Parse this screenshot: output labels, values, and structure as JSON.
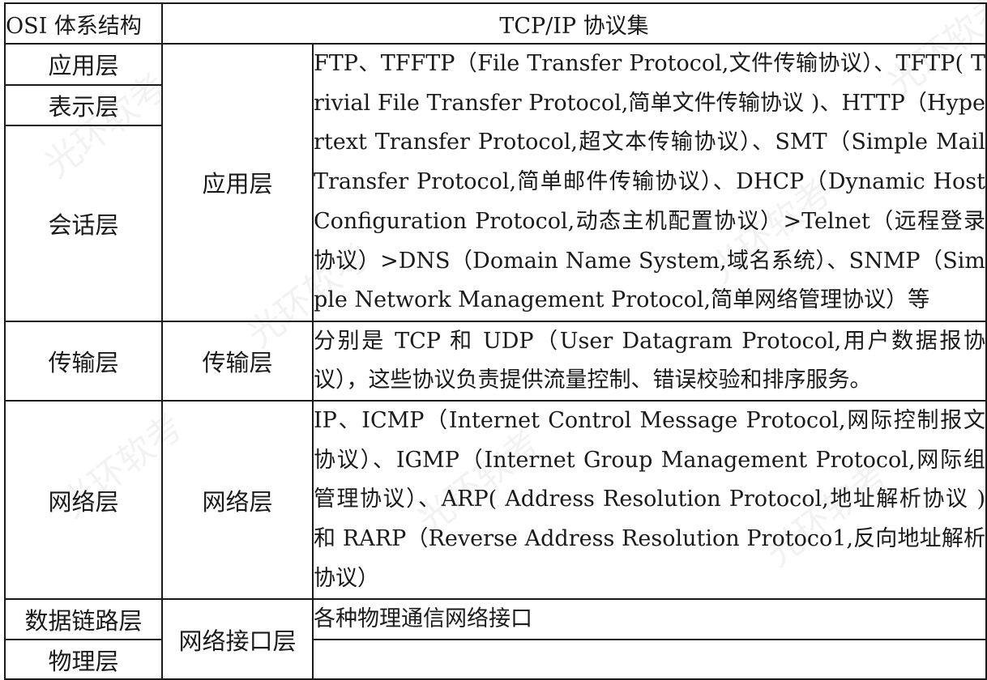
{
  "header": {
    "osi": "OSI 体系结构",
    "tcpip": "TCP/IP 协议集"
  },
  "osi_layers": {
    "application": "应用层",
    "presentation": "表示层",
    "session": "会话层",
    "transport": "传输层",
    "network": "网络层",
    "data_link": "数据链路层",
    "physical": "物理层"
  },
  "tcpip_layers": {
    "application": "应用层",
    "transport": "传输层",
    "network": "网络层",
    "interface": "网络接口层"
  },
  "protocols": {
    "application": "FTP、TFFTP（File Transfer Protocol,文件传输协议）、TFTP( Trivial File Transfer Protocol,简单文件传输协议 )、HTTP（Hypertext Transfer Protocol,超文本传输协议）、SMT（Simple Mail Transfer Protocol,简单邮件传输协议）、DHCP（Dynamic Host Configuration Protocol,动态主机配置协议）>Telnet（远程登录协议）>DNS（Domain Name System,域名系统）、SNMP（Simple Network Management Protocol,简单网络管理协议）等",
    "transport": "分别是 TCP 和 UDP（User Datagram Protocol,用户数据报协议），这些协议负责提供流量控制、错误校验和排序服务。",
    "network": "IP、ICMP（Internet Control Message Protocol,网际控制报文协议）、IGMP（Internet Group Management Protocol,网际组管理协议）、ARP( Address Resolution Protocol,地址解析协议 )和 RARP（Reverse Address Resolution Protoco1,反向地址解析协议）",
    "interface": "各种物理通信网络接口",
    "physical": ""
  },
  "watermark": "光环软考"
}
